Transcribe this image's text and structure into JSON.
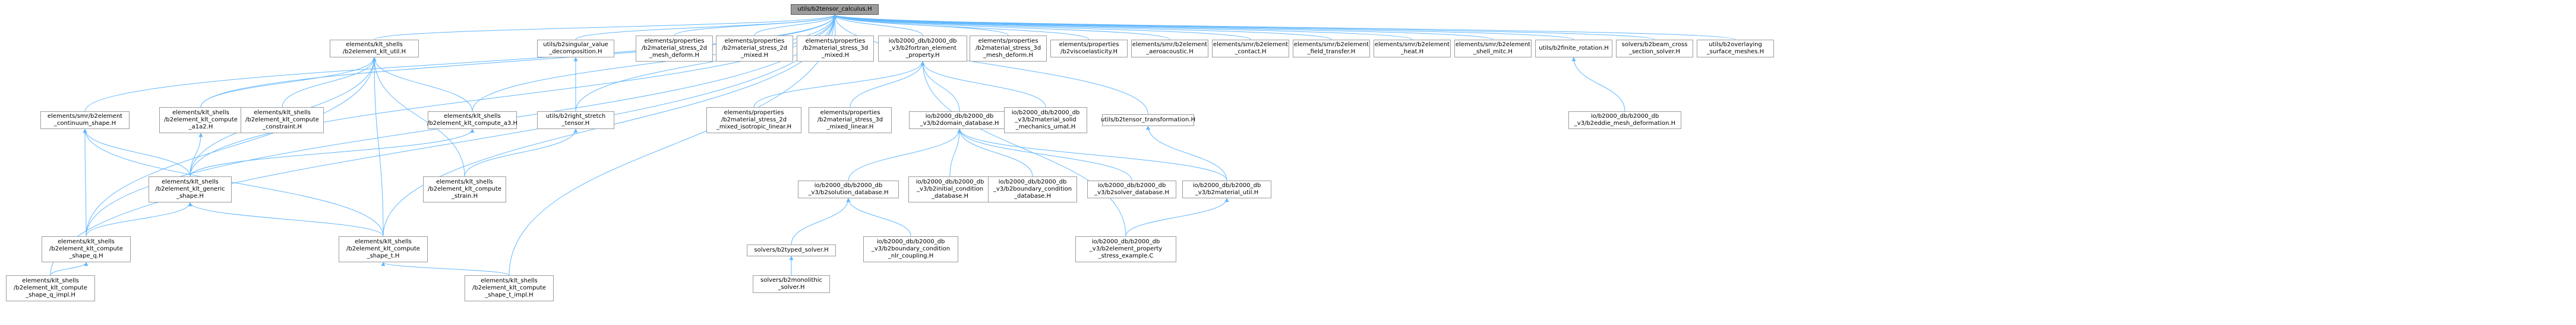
{
  "colors": {
    "edge": "#63b8ff",
    "node_border": "#9c9c9c",
    "root_fill": "#9c9c9c"
  },
  "nodes": [
    {
      "id": "root",
      "lines": [
        "utils/b2tensor_calculus.H"
      ]
    },
    {
      "id": "klt_util",
      "lines": [
        "elements/klt_shells",
        "/b2element_klt_util.H"
      ]
    },
    {
      "id": "svd",
      "lines": [
        "utils/b2singular_value",
        "_decomposition.H"
      ]
    },
    {
      "id": "mat2d_deform",
      "lines": [
        "elements/properties",
        "/b2material_stress_2d",
        "_mesh_deform.H"
      ]
    },
    {
      "id": "mat2d_mixed",
      "lines": [
        "elements/properties",
        "/b2material_stress_2d",
        "_mixed.H"
      ]
    },
    {
      "id": "mat3d_mixed",
      "lines": [
        "elements/properties",
        "/b2material_stress_3d",
        "_mixed.H"
      ]
    },
    {
      "id": "fortran",
      "lines": [
        "io/b2000_db/b2000_db",
        "_v3/b2fortran_element",
        "_property.H"
      ]
    },
    {
      "id": "mat3d_deform",
      "lines": [
        "elements/properties",
        "/b2material_stress_3d",
        "_mesh_deform.H"
      ]
    },
    {
      "id": "visco",
      "lines": [
        "elements/properties",
        "/b2viscoelasticity.H"
      ]
    },
    {
      "id": "aeroacoustic",
      "lines": [
        "elements/smr/b2element",
        "_aeroacoustic.H"
      ]
    },
    {
      "id": "contact",
      "lines": [
        "elements/smr/b2element",
        "_contact.H"
      ]
    },
    {
      "id": "heat_transfer",
      "lines": [
        "elements/smr/b2element",
        "_field_transfer.H"
      ]
    },
    {
      "id": "heat",
      "lines": [
        "elements/smr/b2element",
        "_heat.H"
      ]
    },
    {
      "id": "shell_mitc",
      "lines": [
        "elements/smr/b2element",
        "_shell_mitc.H"
      ]
    },
    {
      "id": "finite_rot",
      "lines": [
        "utils/b2finite_rotation.H"
      ]
    },
    {
      "id": "beam",
      "lines": [
        "solvers/b2beam_cross",
        "_section_solver.H"
      ]
    },
    {
      "id": "overlay",
      "lines": [
        "utils/b2overlaying",
        "_surface_meshes.H"
      ]
    },
    {
      "id": "continuum",
      "lines": [
        "elements/smr/b2element",
        "_continuum_shape.H"
      ]
    },
    {
      "id": "a1a2",
      "lines": [
        "elements/klt_shells",
        "/b2element_klt_compute",
        "_a1a2.H"
      ]
    },
    {
      "id": "constraint",
      "lines": [
        "elements/klt_shells",
        "/b2element_klt_compute",
        "_constraint.H"
      ]
    },
    {
      "id": "a3",
      "lines": [
        "elements/klt_shells",
        "/b2element_klt_compute_a3.H"
      ]
    },
    {
      "id": "right_stretch",
      "lines": [
        "utils/b2right_stretch",
        "_tensor.H"
      ]
    },
    {
      "id": "iso_linear",
      "lines": [
        "elements/properties",
        "/b2material_stress_2d",
        "_mixed_isotropic_linear.H"
      ]
    },
    {
      "id": "mixed_linear",
      "lines": [
        "elements/properties",
        "/b2material_stress_3d",
        "_mixed_linear.H"
      ]
    },
    {
      "id": "domain_db",
      "lines": [
        "io/b2000_db/b2000_db",
        "_v3/b2domain_database.H"
      ]
    },
    {
      "id": "solid_umat",
      "lines": [
        "io/b2000_db/b2000_db",
        "_v3/b2material_solid",
        "_mechanics_umat.H"
      ]
    },
    {
      "id": "tensor_transf",
      "lines": [
        "utils/b2tensor_transformation.H"
      ]
    },
    {
      "id": "eddie",
      "lines": [
        "io/b2000_db/b2000_db",
        "_v3/b2eddie_mesh_deformation.H"
      ]
    },
    {
      "id": "generic",
      "lines": [
        "elements/klt_shells",
        "/b2element_klt_generic",
        "_shape.H"
      ]
    },
    {
      "id": "strain",
      "lines": [
        "elements/klt_shells",
        "/b2element_klt_compute",
        "_strain.H"
      ]
    },
    {
      "id": "solution_db",
      "lines": [
        "io/b2000_db/b2000_db",
        "_v3/b2solution_database.H"
      ]
    },
    {
      "id": "initial_cond",
      "lines": [
        "io/b2000_db/b2000_db",
        "_v3/b2initial_condition",
        "_database.H"
      ]
    },
    {
      "id": "boundary_cond",
      "lines": [
        "io/b2000_db/b2000_db",
        "_v3/b2boundary_condition",
        "_database.H"
      ]
    },
    {
      "id": "solver_db",
      "lines": [
        "io/b2000_db/b2000_db",
        "_v3/b2solver_database.H"
      ]
    },
    {
      "id": "material_util",
      "lines": [
        "io/b2000_db/b2000_db",
        "_v3/b2material_util.H"
      ]
    },
    {
      "id": "shape_q",
      "lines": [
        "elements/klt_shells",
        "/b2element_klt_compute",
        "_shape_q.H"
      ]
    },
    {
      "id": "shape_t",
      "lines": [
        "elements/klt_shells",
        "/b2element_klt_compute",
        "_shape_t.H"
      ]
    },
    {
      "id": "typed_solver",
      "lines": [
        "solvers/b2typed_solver.H"
      ]
    },
    {
      "id": "bc_nlr",
      "lines": [
        "io/b2000_db/b2000_db",
        "_v3/b2boundary_condition",
        "_nlr_coupling.H"
      ]
    },
    {
      "id": "prop_stress",
      "lines": [
        "io/b2000_db/b2000_db",
        "_v3/b2element_property",
        "_stress_example.C"
      ]
    },
    {
      "id": "shape_q_impl",
      "lines": [
        "elements/klt_shells",
        "/b2element_klt_compute",
        "_shape_q_impl.H"
      ]
    },
    {
      "id": "shape_t_impl",
      "lines": [
        "elements/klt_shells",
        "/b2element_klt_compute",
        "_shape_t_impl.H"
      ]
    },
    {
      "id": "monolithic",
      "lines": [
        "solvers/b2monolithic",
        "_solver.H"
      ]
    }
  ],
  "edges": [
    [
      "klt_util",
      "root"
    ],
    [
      "svd",
      "root"
    ],
    [
      "mat2d_deform",
      "root"
    ],
    [
      "mat2d_mixed",
      "root"
    ],
    [
      "mat3d_mixed",
      "root"
    ],
    [
      "fortran",
      "root"
    ],
    [
      "mat3d_deform",
      "root"
    ],
    [
      "visco",
      "root"
    ],
    [
      "aeroacoustic",
      "root"
    ],
    [
      "contact",
      "root"
    ],
    [
      "heat_transfer",
      "root"
    ],
    [
      "heat",
      "root"
    ],
    [
      "shell_mitc",
      "root"
    ],
    [
      "finite_rot",
      "root"
    ],
    [
      "beam",
      "root"
    ],
    [
      "overlay",
      "root"
    ],
    [
      "continuum",
      "root"
    ],
    [
      "a1a2",
      "root"
    ],
    [
      "a3",
      "root"
    ],
    [
      "right_stretch",
      "root"
    ],
    [
      "tensor_transf",
      "root"
    ],
    [
      "generic",
      "root"
    ],
    [
      "shape_q",
      "root"
    ],
    [
      "shape_t",
      "root"
    ],
    [
      "shape_q_impl",
      "root"
    ],
    [
      "shape_t_impl",
      "root"
    ],
    [
      "a1a2",
      "klt_util"
    ],
    [
      "constraint",
      "klt_util"
    ],
    [
      "a3",
      "klt_util"
    ],
    [
      "generic",
      "klt_util"
    ],
    [
      "strain",
      "klt_util"
    ],
    [
      "shape_q",
      "klt_util"
    ],
    [
      "shape_t",
      "klt_util"
    ],
    [
      "right_stretch",
      "svd"
    ],
    [
      "strain",
      "right_stretch"
    ],
    [
      "iso_linear",
      "fortran"
    ],
    [
      "mixed_linear",
      "fortran"
    ],
    [
      "domain_db",
      "fortran"
    ],
    [
      "solid_umat",
      "fortran"
    ],
    [
      "prop_stress",
      "fortran"
    ],
    [
      "eddie",
      "finite_rot"
    ],
    [
      "generic",
      "continuum"
    ],
    [
      "shape_q",
      "continuum"
    ],
    [
      "shape_t",
      "continuum"
    ],
    [
      "generic",
      "a1a2"
    ],
    [
      "generic",
      "a3"
    ],
    [
      "shape_q",
      "generic"
    ],
    [
      "shape_t",
      "generic"
    ],
    [
      "shape_q_impl",
      "shape_q"
    ],
    [
      "shape_t_impl",
      "shape_t"
    ],
    [
      "solution_db",
      "domain_db"
    ],
    [
      "initial_cond",
      "domain_db"
    ],
    [
      "boundary_cond",
      "domain_db"
    ],
    [
      "solver_db",
      "domain_db"
    ],
    [
      "material_util",
      "domain_db"
    ],
    [
      "material_util",
      "tensor_transf"
    ],
    [
      "prop_stress",
      "material_util"
    ],
    [
      "typed_solver",
      "solution_db"
    ],
    [
      "bc_nlr",
      "solution_db"
    ],
    [
      "monolithic",
      "typed_solver"
    ]
  ]
}
